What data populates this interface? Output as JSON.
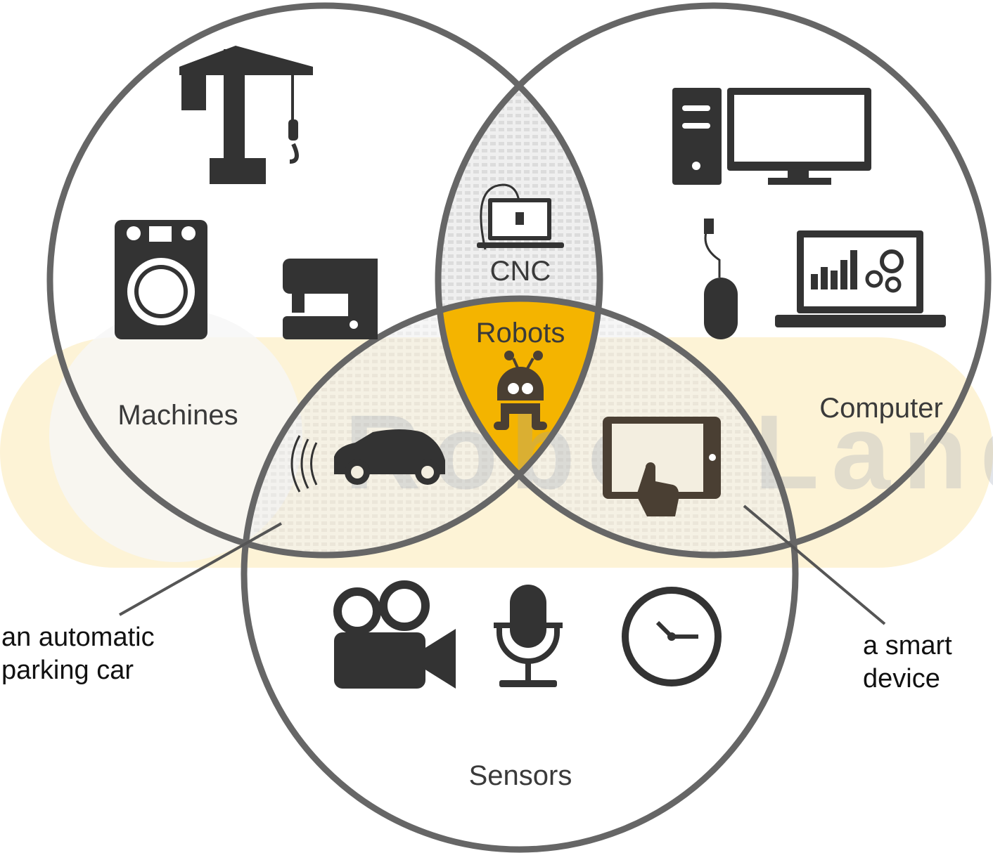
{
  "title": "Robots Venn diagram",
  "watermark": "Robot Land",
  "sets": {
    "machines": "Machines",
    "computer": "Computer",
    "sensors": "Sensors"
  },
  "intersections": {
    "machines_computer": "CNC",
    "all": "Robots"
  },
  "callouts": {
    "left_line1": "an automatic",
    "left_line2": "parking car",
    "right_line1": "a smart",
    "right_line2": "device"
  },
  "icons": {
    "machines": [
      "crane-icon",
      "washing-machine-icon",
      "sewing-machine-icon"
    ],
    "computer": [
      "desktop-computer-icon",
      "mouse-icon",
      "laptop-analytics-icon"
    ],
    "sensors": [
      "video-camera-icon",
      "microphone-icon",
      "clock-icon"
    ],
    "cnc": "cnc-laptop-icon",
    "robots": "robot-icon",
    "machines_sensors": "car-icon",
    "computer_sensors": "tablet-touch-icon"
  },
  "colors": {
    "circle_stroke": "#666666",
    "robots_fill": "#f4b400",
    "lens_fill": "#e4e4e4",
    "band": "#fdf3d6"
  }
}
